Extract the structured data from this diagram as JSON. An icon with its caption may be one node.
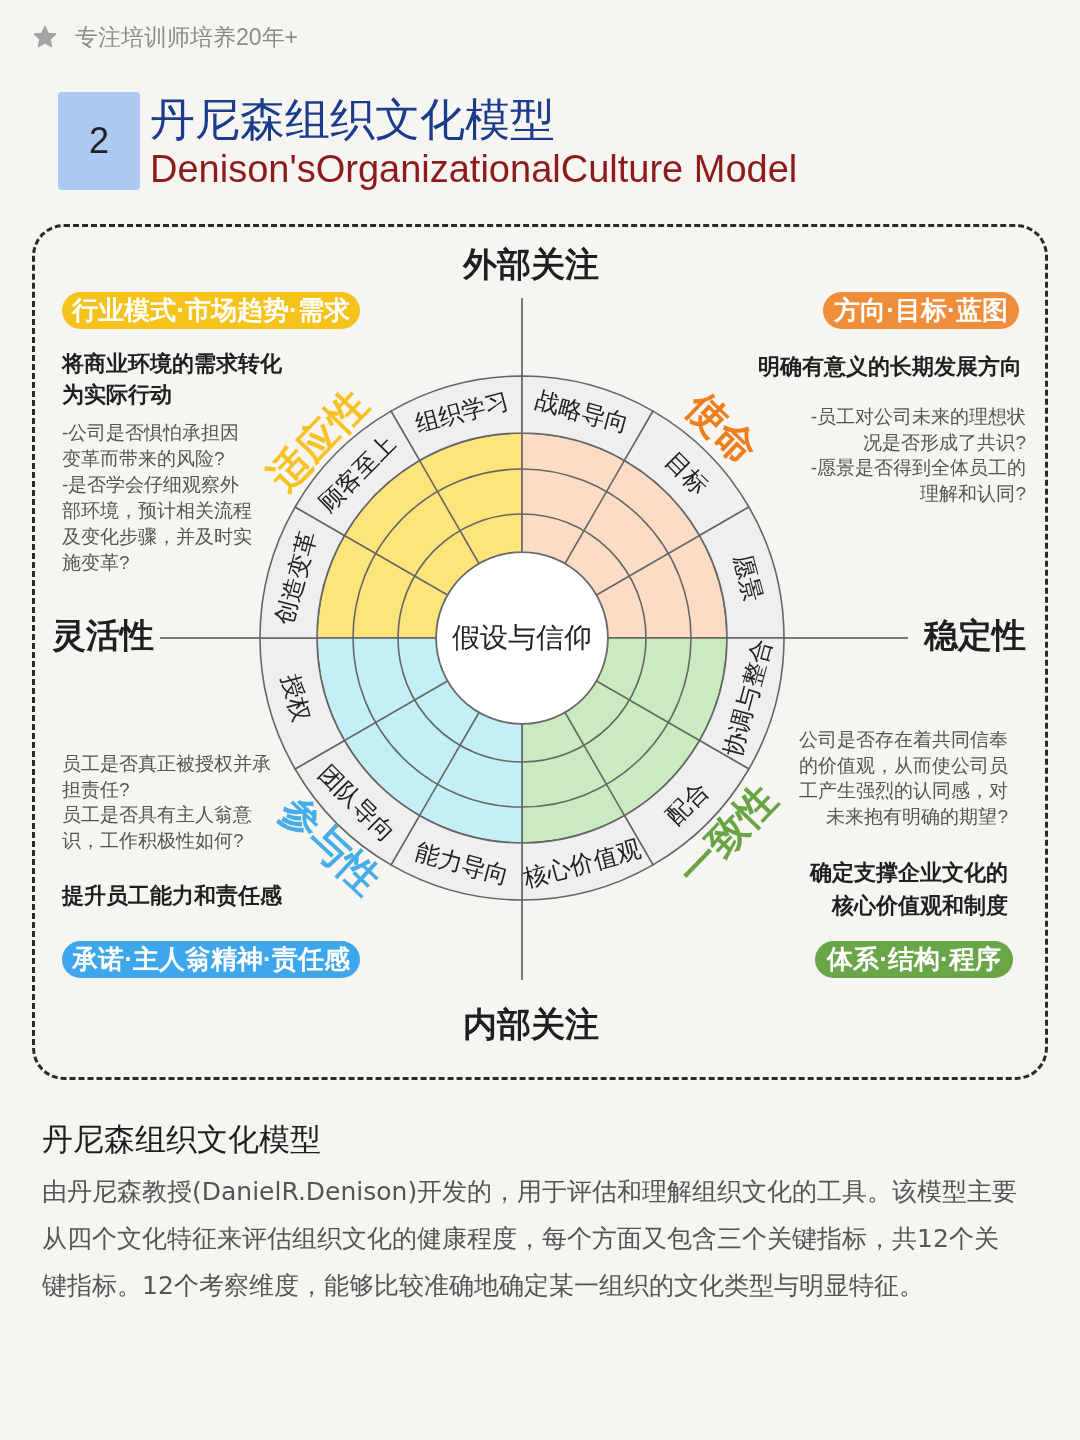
{
  "diagram": {
    "title": "丹尼森组织文化模型",
    "caption": "由丹尼森教授(DanielR.Denison)开发的，用于评估和理解组织文化的工具。该模型主要从四个文化特征来评估组织文化的健康程度，每个方面又包含三个关键指标，共12个关键指标。12个考察维度，能够比较准确地确定某一组织的文化类型与明显特征。",
    "nodes": [
      {
        "text": [
          "2"
        ]
      },
      {
        "text": [],
        "shape": "box"
      },
      {
        "text": [
          "行业模式·市场趋势·需求"
        ],
        "in": 1
      },
      {
        "text": [
          "方向·目标·蓝图"
        ],
        "in": 1
      },
      {
        "text": [
          "假设与信仰"
        ],
        "in": 1
      },
      {
        "text": [
          "组织学习"
        ],
        "in": 1
      },
      {
        "text": [
          "战略导向"
        ],
        "in": 1
      },
      {
        "text": [
          "目标"
        ],
        "in": 1
      },
      {
        "text": [
          "愿景"
        ],
        "in": 1
      },
      {
        "text": [
          "协调与整合"
        ],
        "in": 1
      },
      {
        "text": [
          "配合"
        ],
        "in": 1
      },
      {
        "text": [
          "核心价值观"
        ],
        "in": 1
      },
      {
        "text": [
          "能力导向"
        ],
        "in": 1
      },
      {
        "text": [
          "团队导向"
        ],
        "in": 1
      },
      {
        "text": [
          "授权"
        ],
        "in": 1
      },
      {
        "text": [
          "创造变革"
        ],
        "in": 1
      },
      {
        "text": [
          "顾客至上"
        ],
        "in": 1
      },
      {
        "text": [
          "承诺·主人翁精神·责任感"
        ],
        "in": 1
      },
      {
        "text": [
          "体系·结构·程序"
        ],
        "in": 1
      }
    ],
    "labels": [
      "专注培训师培养20年+",
      "Denison'sOrganizationalCulture Model",
      "外部关注",
      "将商业环境的需求转化为实际行动",
      "明确有意义的长期发展方向",
      "-公司是否惧怕承担因变革而带来的风险?",
      "-是否学会仔细观察外部环境，预计相关流程及变化步骤，并及时实施变革?",
      "-员工对公司未来的理想状况是否形成了共识?",
      "-愿景是否得到全体员工的理解和认同?",
      "适应性",
      "使命",
      "灵活性",
      "稳定性",
      "公司是否存在着共同信奉的价值观，从而使公司员工产生强烈的认同感，对未来抱有明确的期望?",
      "员工是否真正被授权并承担责任?",
      "员工是否具有主人翁意识，工作积极性如何?",
      "参与性",
      "一致性",
      "提升员工能力和责任感",
      "确定支撑企业文化的核心价值观和制度",
      "内部关注",
      "丹尼森组织文化模型"
    ]
  }
}
